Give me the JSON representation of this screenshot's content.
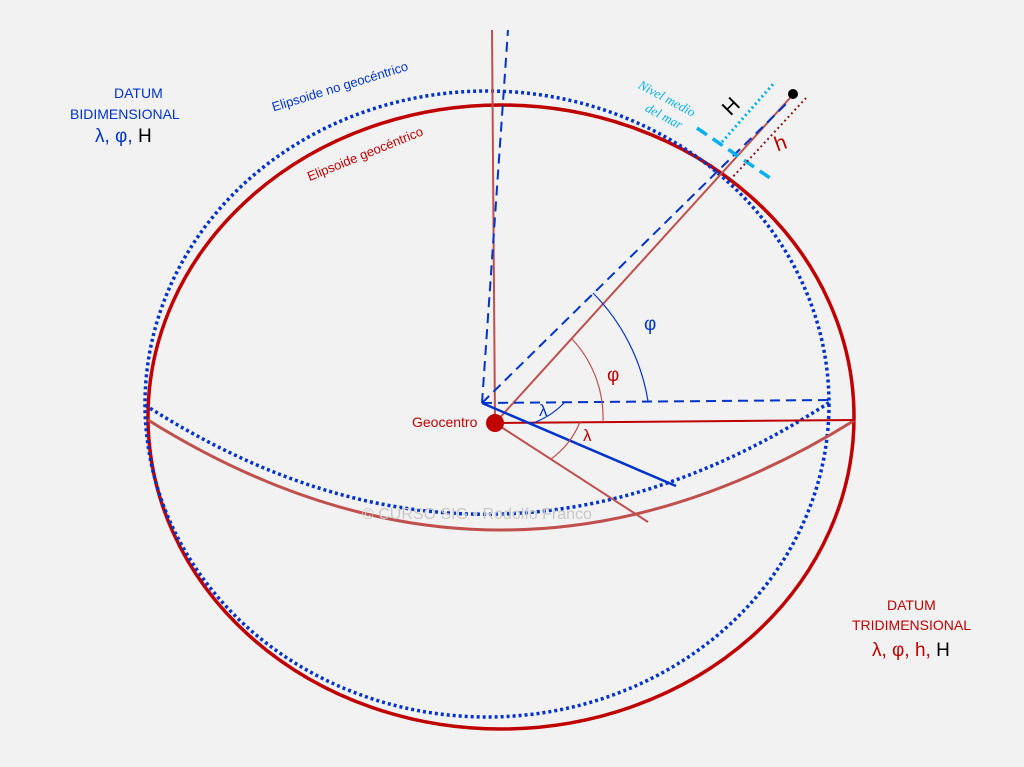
{
  "datum_2d": {
    "title1": "DATUM",
    "title2": "BIDIMENSIONAL",
    "coords_lambda_phi": "λ, φ,",
    "coords_H": "H"
  },
  "datum_3d": {
    "title1": "DATUM",
    "title2": "TRIDIMENSIONAL",
    "coords_lambda_phi": "λ, φ,",
    "coords_h": "h,",
    "coords_H": "H"
  },
  "labels": {
    "non_geocentric": "Elipsoide no geocéntrico",
    "geocentric": "Elipsoide geocéntrico",
    "geocenter": "Geocentro",
    "sea_level1": "Nivel medio",
    "sea_level2": "del mar",
    "H": "H",
    "h": "h",
    "phi_blue": "φ",
    "phi_red": "φ",
    "lambda_blue": "λ",
    "lambda_red": "λ"
  },
  "watermark": "© CURSO SIG • Rodolfo Franco",
  "colors": {
    "red": "#c00000",
    "lightred": "#c0504d",
    "blue": "#0033cc",
    "cyan": "#00b0f0"
  }
}
